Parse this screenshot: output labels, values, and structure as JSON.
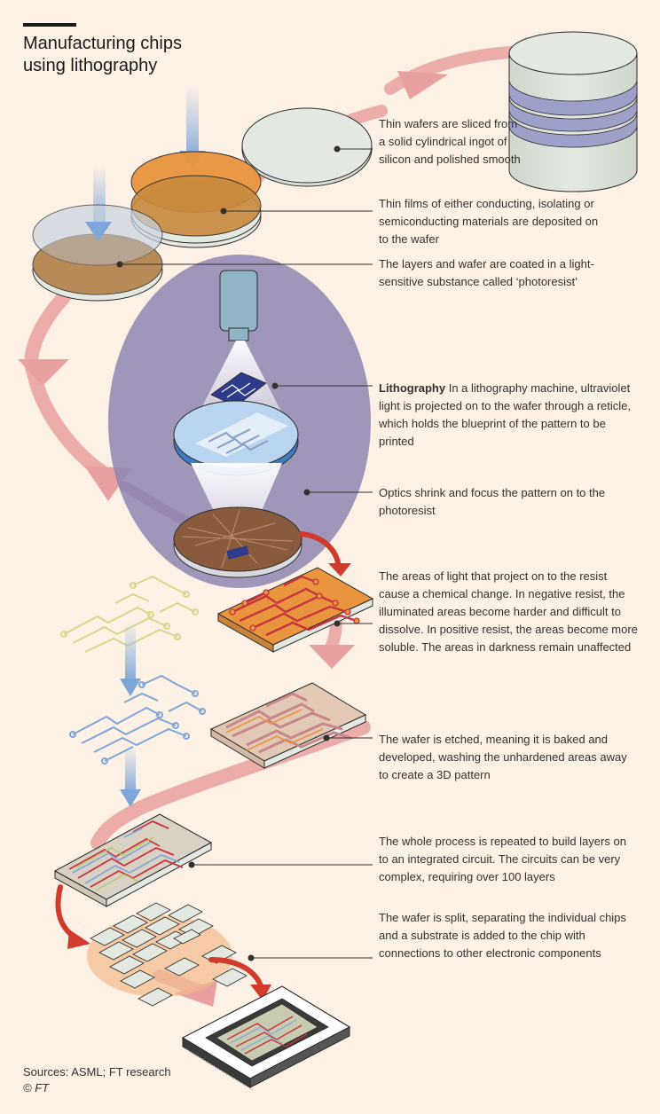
{
  "header": {
    "title_line1": "Manufacturing chips",
    "title_line2": "using lithography"
  },
  "steps": [
    {
      "text": "Thin wafers are sliced from a solid cylindrical ingot of silicon and polished smooth"
    },
    {
      "text": "Thin films of either conducting, isolating or semiconducting materials are deposited on to the wafer"
    },
    {
      "text": "The layers and wafer are coated in a light-sensitive substance called ‘photoresist’"
    },
    {
      "bold": "Lithography",
      "text": " In a lithography machine, ultraviolet light is projected on to the wafer through a reticle, which holds the blueprint of the pattern to be printed"
    },
    {
      "text": "Optics shrink and focus the pattern on to the photoresist"
    },
    {
      "text": "The areas of light that project on to the resist cause a chemical change. In negative resist, the illuminated areas become harder and difficult to dissolve. In positive resist, the areas become more soluble. The areas in darkness remain unaffected"
    },
    {
      "text": "The wafer is etched, meaning it is baked and developed, washing the unhardened areas away to create a 3D pattern"
    },
    {
      "text": "The whole process is repeated to build layers on to an integrated circuit. The circuits can be very complex, requiring over 100 layers"
    },
    {
      "text": "The wafer is split, separating the individual chips and a substrate is added to the chip with connections to other electronic components"
    }
  ],
  "footer": {
    "sources": "Sources: ASML; FT research",
    "copyright": "© FT"
  },
  "colors": {
    "background": "#fdf1e5",
    "flow_arrow": "#e8a0a0",
    "uv_light": "#7fa6d9",
    "wafer_grey": "#e3e8e1",
    "film_orange": "#e8953d",
    "machine_purple": "#8f86b3",
    "circuit_red": "#c8333f",
    "split_arrow": "#d23a2c"
  }
}
